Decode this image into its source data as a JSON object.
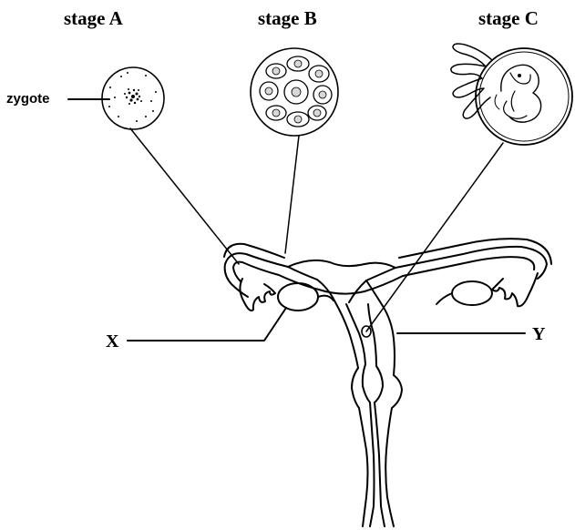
{
  "labels": {
    "stage_a": "stage A",
    "stage_b": "stage B",
    "stage_c": "stage C",
    "zygote": "zygote",
    "x": "X",
    "y": "Y"
  }
}
